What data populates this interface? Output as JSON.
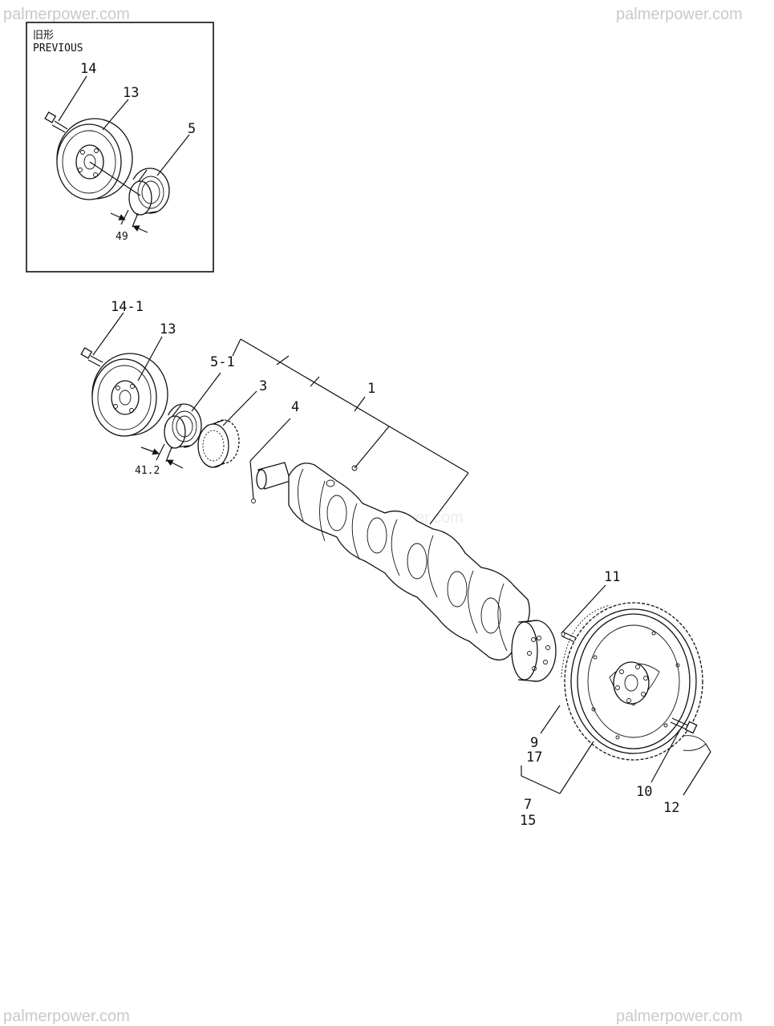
{
  "watermarks": {
    "top_left": "palmerpower.com",
    "top_right": "palmerpower.com",
    "bottom_left": "palmerpower.com",
    "bottom_right": "palmerpower.com",
    "center": "palmerpower.com"
  },
  "inset": {
    "title_jp": "旧形",
    "title_en": "PREVIOUS",
    "callouts": {
      "bolt": "14",
      "pulley": "13",
      "spacer": "5"
    },
    "dimension": "49"
  },
  "main": {
    "callouts": {
      "bolt": "14-1",
      "pulley": "13",
      "spacer": "5-1",
      "gear": "3",
      "key": "4",
      "crankshaft": "1",
      "pin": "11",
      "ring_gear_a": "9",
      "ring_gear_b": "17",
      "flywheel_a": "7",
      "flywheel_b": "15",
      "flywheel_bolt": "10",
      "washer": "12"
    },
    "dimension": "41.2"
  }
}
